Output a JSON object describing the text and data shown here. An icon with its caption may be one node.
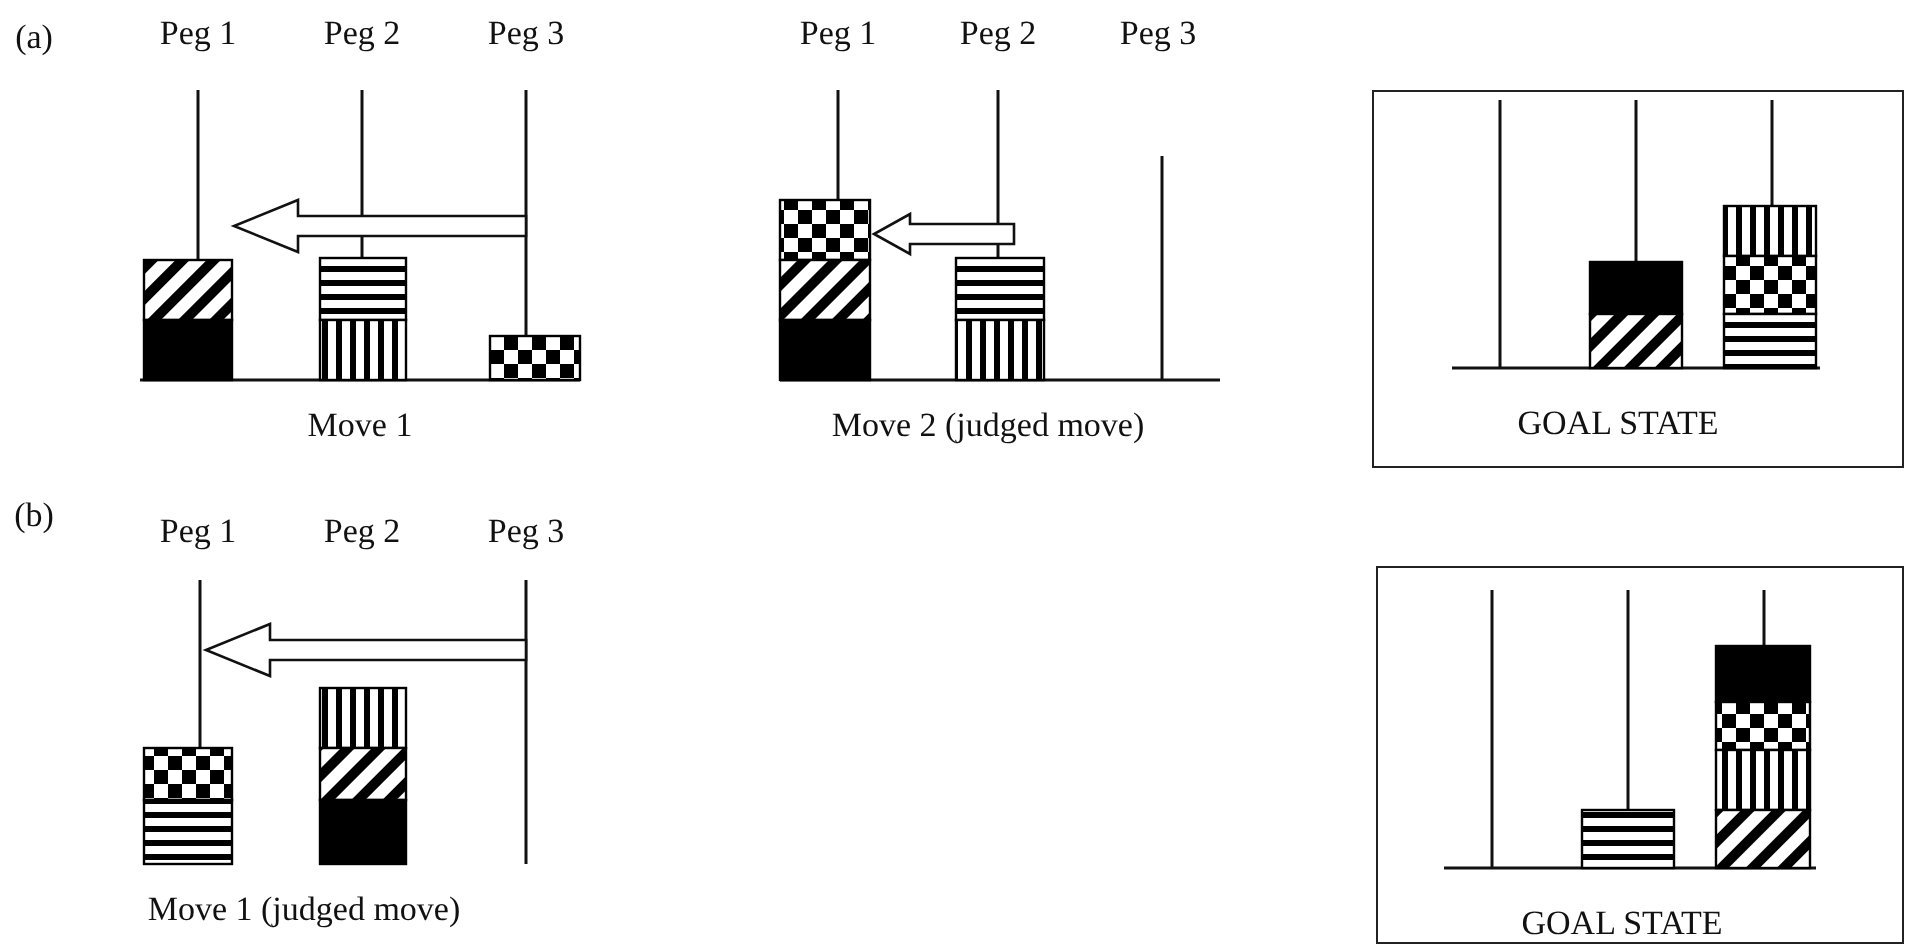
{
  "diagram": {
    "nodes": [
      {
        "text": [
          "GOAL STATE"
        ]
      },
      {
        "text": [
          "GOAL STATE"
        ]
      }
    ],
    "labels": [
      "(a)",
      "Peg 1",
      "Peg 2",
      "Peg 3",
      "Peg 1",
      "Peg 2",
      "Peg 3",
      "Move 1",
      "Move 2 (judged move)",
      "(b)",
      "Peg 1",
      "Peg 2",
      "Peg 3",
      "Move 1 (judged move)"
    ]
  }
}
